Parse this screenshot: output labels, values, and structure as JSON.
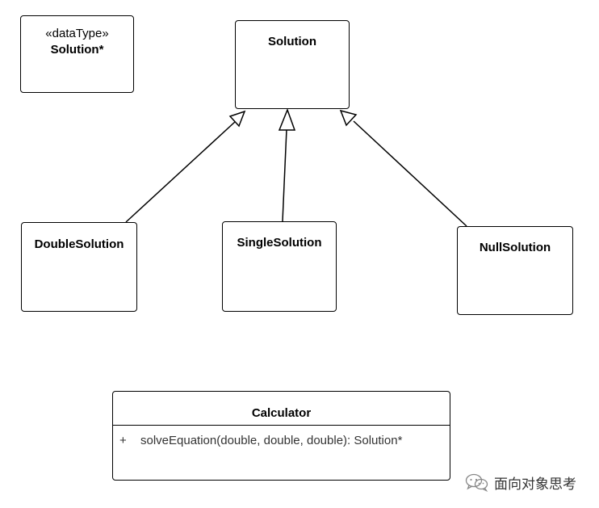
{
  "diagram": {
    "datatype_box": {
      "stereotype": "«dataType»",
      "name": "Solution*"
    },
    "solution_box": {
      "name": "Solution"
    },
    "double_box": {
      "name": "DoubleSolution"
    },
    "single_box": {
      "name": "SingleSolution"
    },
    "null_box": {
      "name": "NullSolution"
    },
    "calculator_box": {
      "name": "Calculator",
      "operation_visibility": "+",
      "operation_signature": "solveEquation(double, double, double): Solution*"
    }
  },
  "watermark": {
    "icon": "wechat-icon",
    "text": "面向对象思考"
  }
}
